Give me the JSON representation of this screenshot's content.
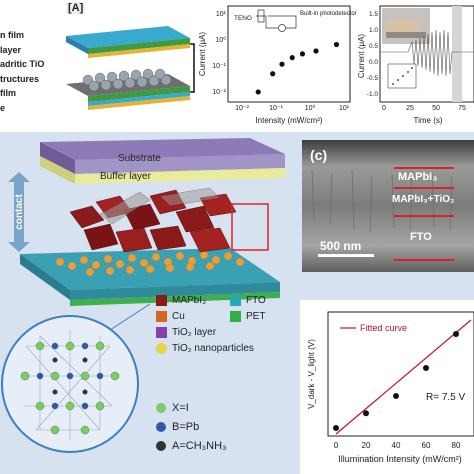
{
  "panel_a": {
    "tag": "[A]",
    "layer_labels": [
      "n film",
      "layer",
      "adritic TiO",
      "tructures",
      "film",
      "e"
    ],
    "plot_teng": {
      "ylabel": "Current (μA)",
      "xlabel": "Intensity (mW/cm²)",
      "inset_teng": "TENG",
      "inset_detector": "Built-in photodetector",
      "yticks": [
        "10¹",
        "10⁰",
        "10⁻¹",
        "10⁻²"
      ],
      "xticks": [
        "10⁻²",
        "10⁻¹",
        "10⁰",
        "10¹"
      ],
      "points": [
        [
          0.03,
          0.012
        ],
        [
          0.08,
          0.06
        ],
        [
          0.15,
          0.14
        ],
        [
          0.3,
          0.25
        ],
        [
          0.6,
          0.35
        ],
        [
          1.5,
          0.45
        ],
        [
          6,
          0.8
        ]
      ]
    },
    "plot_time": {
      "ylabel": "Current (μA)",
      "xlabel": "Time (s)",
      "yticks": [
        "1.5",
        "1.0",
        "0.5",
        "0.0",
        "-0.5",
        "-1.0"
      ],
      "xticks": [
        "0",
        "25",
        "50",
        "75"
      ]
    }
  },
  "panel_b": {
    "substrate": "Substrate",
    "buffer": "Buffer layer",
    "contact": "contact",
    "legend": [
      {
        "label": "MAPbI₃",
        "color": "#8b1a1a"
      },
      {
        "label": "FTO",
        "color": "#2aa7b5"
      },
      {
        "label": "Cu",
        "color": "#d9641e"
      },
      {
        "label": "PET",
        "color": "#2fae4a"
      },
      {
        "label": "TiO₂ layer",
        "color": "#8b3fa8"
      },
      {
        "label": "TiO₂ nanoparticles",
        "color": "#e8d24a"
      }
    ],
    "lattice_legend": [
      {
        "label": "X=I",
        "color": "#7ec96b"
      },
      {
        "label": "B=Pb",
        "color": "#3556a8"
      },
      {
        "label": "A=CH₃NH₃",
        "color": "#333333"
      }
    ]
  },
  "panel_c": {
    "tag": "(c)",
    "labels": [
      "MAPbI₃",
      "MAPbI₃+TiO₂",
      "FTO"
    ],
    "scale": "500 nm"
  },
  "panel_d": {
    "legend": "Fitted curve",
    "ylabel": "V_dark - V_light (V)",
    "xlabel": "Illumination Intensity (mW/cm²)",
    "annotation": "R= 7.5 V",
    "xticks": [
      "0",
      "20",
      "40",
      "60",
      "80"
    ],
    "fit_color": "#c8102e"
  },
  "chart_data": [
    {
      "type": "scatter",
      "xlabel": "Intensity (mW/cm²)",
      "ylabel": "Current (μA)",
      "x": [
        0.03,
        0.08,
        0.15,
        0.3,
        0.6,
        1.5,
        6
      ],
      "y": [
        0.012,
        0.06,
        0.14,
        0.25,
        0.35,
        0.45,
        0.8
      ]
    },
    {
      "type": "scatter",
      "xlabel": "Illumination Intensity (mW/cm²)",
      "ylabel": "V_dark - V_light (V)",
      "x": [
        0,
        20,
        40,
        60,
        80
      ],
      "y": [
        0.05,
        0.42,
        0.85,
        1.55,
        2.4
      ]
    }
  ]
}
